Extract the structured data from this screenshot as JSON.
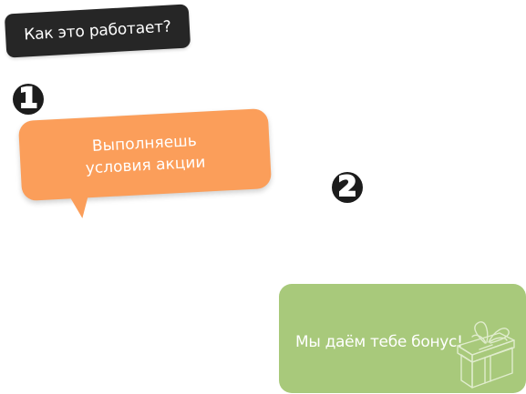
{
  "header": {
    "title": "Как это работает?"
  },
  "steps": [
    {
      "number": "1",
      "text_lines": [
        "Выполняешь",
        "условия акции"
      ],
      "color": "#fb9e5a"
    },
    {
      "number": "2",
      "text": "Мы даём тебе бонус!",
      "color": "#a8c97b",
      "icon": "gift-icon"
    }
  ],
  "colors": {
    "title_bg": "#262626",
    "marker": "#1c1c1c",
    "text_on_color": "#ffffff"
  }
}
